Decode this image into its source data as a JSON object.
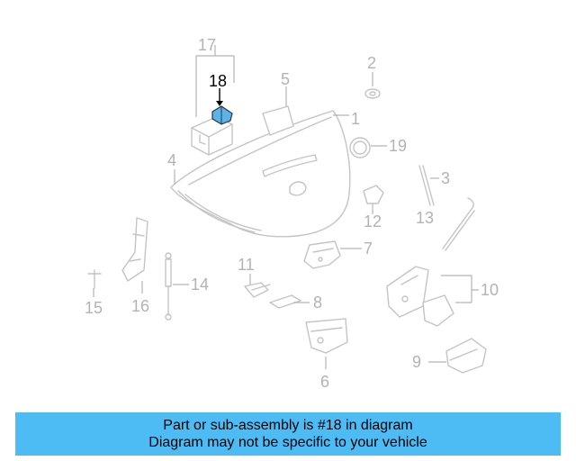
{
  "diagram": {
    "highlight_color": "#5ab4ec",
    "callouts": {
      "c1": "1",
      "c2": "2",
      "c3": "3",
      "c4": "4",
      "c5": "5",
      "c6": "6",
      "c7": "7",
      "c8": "8",
      "c9": "9",
      "c10": "10",
      "c11": "11",
      "c12": "12",
      "c13": "13",
      "c14": "14",
      "c15": "15",
      "c16": "16",
      "c17": "17",
      "c18": "18",
      "c19": "19"
    }
  },
  "banner": {
    "line1": "Part or sub-assembly is #18 in diagram",
    "line2": "Diagram may not be specific to your vehicle",
    "color": "#4dbcf5"
  }
}
